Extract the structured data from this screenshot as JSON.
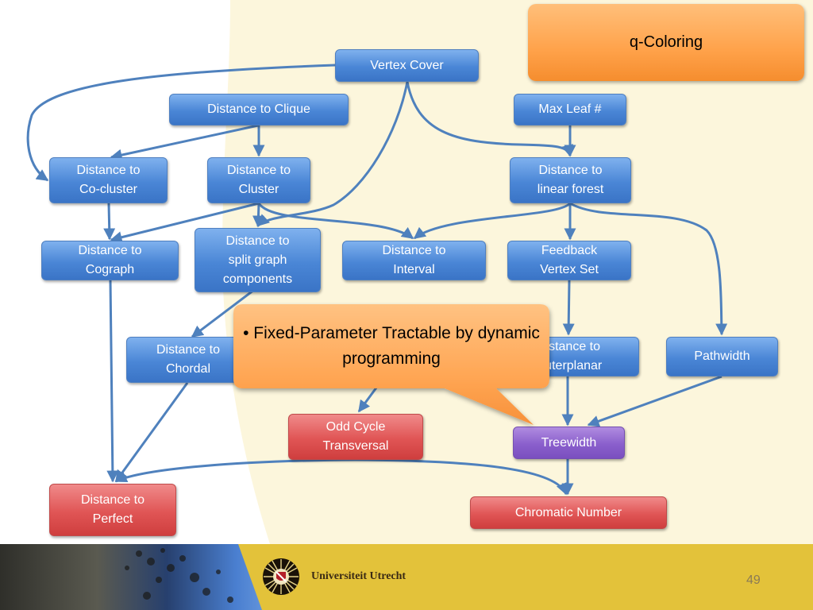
{
  "title": "q-Coloring",
  "callout": {
    "text": "• Fixed-Parameter Tractable by dynamic programming"
  },
  "nodes": {
    "vertex_cover": "Vertex Cover",
    "distance_to_clique": "Distance to Clique",
    "max_leaf": "Max Leaf #",
    "distance_to_cocluster": "Distance to\nCo-cluster",
    "distance_to_cluster": "Distance to\nCluster",
    "distance_to_linear_forest": "Distance to\nlinear forest",
    "distance_to_cograph": "Distance to\nCograph",
    "distance_to_split_graph_components": "Distance to\nsplit graph\ncomponents",
    "distance_to_interval": "Distance to\nInterval",
    "feedback_vertex_set": "Feedback\nVertex Set",
    "distance_to_chordal": "Distance to\nChordal",
    "distance_to_outerplanar": "Distance to\nOuterplanar",
    "pathwidth": "Pathwidth",
    "odd_cycle_transversal": "Odd Cycle\nTransversal",
    "treewidth": "Treewidth",
    "distance_to_perfect": "Distance to\nPerfect",
    "chromatic_number": "Chromatic Number"
  },
  "node_colors": {
    "blue": "#4a86d6",
    "red": "#e05555",
    "purple": "#8a5fcc",
    "orange": "#ffa24a",
    "edge": "#4f81bd"
  },
  "footer": {
    "university": "Universiteit Utrecht",
    "page_number": "49"
  }
}
